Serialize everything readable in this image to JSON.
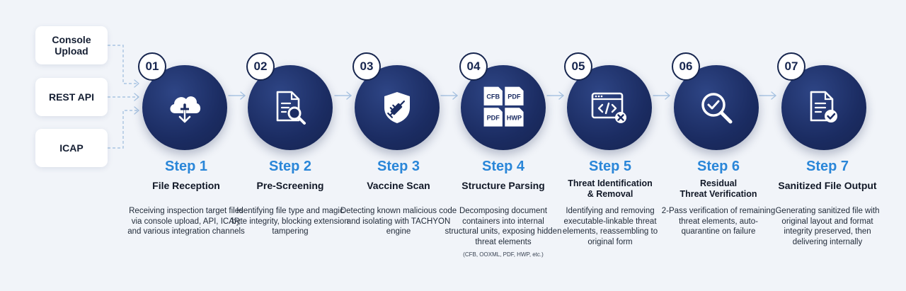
{
  "sources": [
    {
      "label": "Console\nUpload"
    },
    {
      "label": "REST API"
    },
    {
      "label": "ICAP"
    }
  ],
  "steps": [
    {
      "number": "01",
      "step": "Step 1",
      "title": "File Reception",
      "description": "Receiving inspection target files via console upload, API, ICAP, and various integration channels",
      "icon": "cloud-download-icon"
    },
    {
      "number": "02",
      "step": "Step 2",
      "title": "Pre-Screening",
      "description": "Identifying file type and magic byte integrity, blocking extension tampering",
      "icon": "document-magnifier-icon"
    },
    {
      "number": "03",
      "step": "Step 3",
      "title": "Vaccine Scan",
      "description": "Detecting known malicious code and isolating with TACHYON engine",
      "icon": "shield-syringe-icon"
    },
    {
      "number": "04",
      "step": "Step 4",
      "title": "Structure Parsing",
      "description": "Decomposing document containers into internal structural units, exposing hidden threat elements",
      "note": "(CFB, OOXML, PDF, HWP, etc.)",
      "icon": "file-formats-icon",
      "formats": [
        "CFB",
        "PDF",
        "PDF",
        "HWP"
      ]
    },
    {
      "number": "05",
      "step": "Step 5",
      "title": "Threat Identification\n& Removal",
      "description": "Identifying and removing executable-linkable threat elements, reassembling to original form",
      "icon": "code-window-remove-icon"
    },
    {
      "number": "06",
      "step": "Step 6",
      "title": "Residual\nThreat Verification",
      "description": "2-Pass verification of remaining threat elements, auto-quarantine on failure",
      "icon": "magnifier-check-icon"
    },
    {
      "number": "07",
      "step": "Step 7",
      "title": "Sanitized File Output",
      "description": "Generating sanitized file with original layout and format integrity preserved, then delivering internally",
      "icon": "document-check-icon"
    }
  ],
  "colors": {
    "circle": "#1b2c62",
    "accent": "#2a86d8",
    "connector": "#a9c4e2"
  }
}
